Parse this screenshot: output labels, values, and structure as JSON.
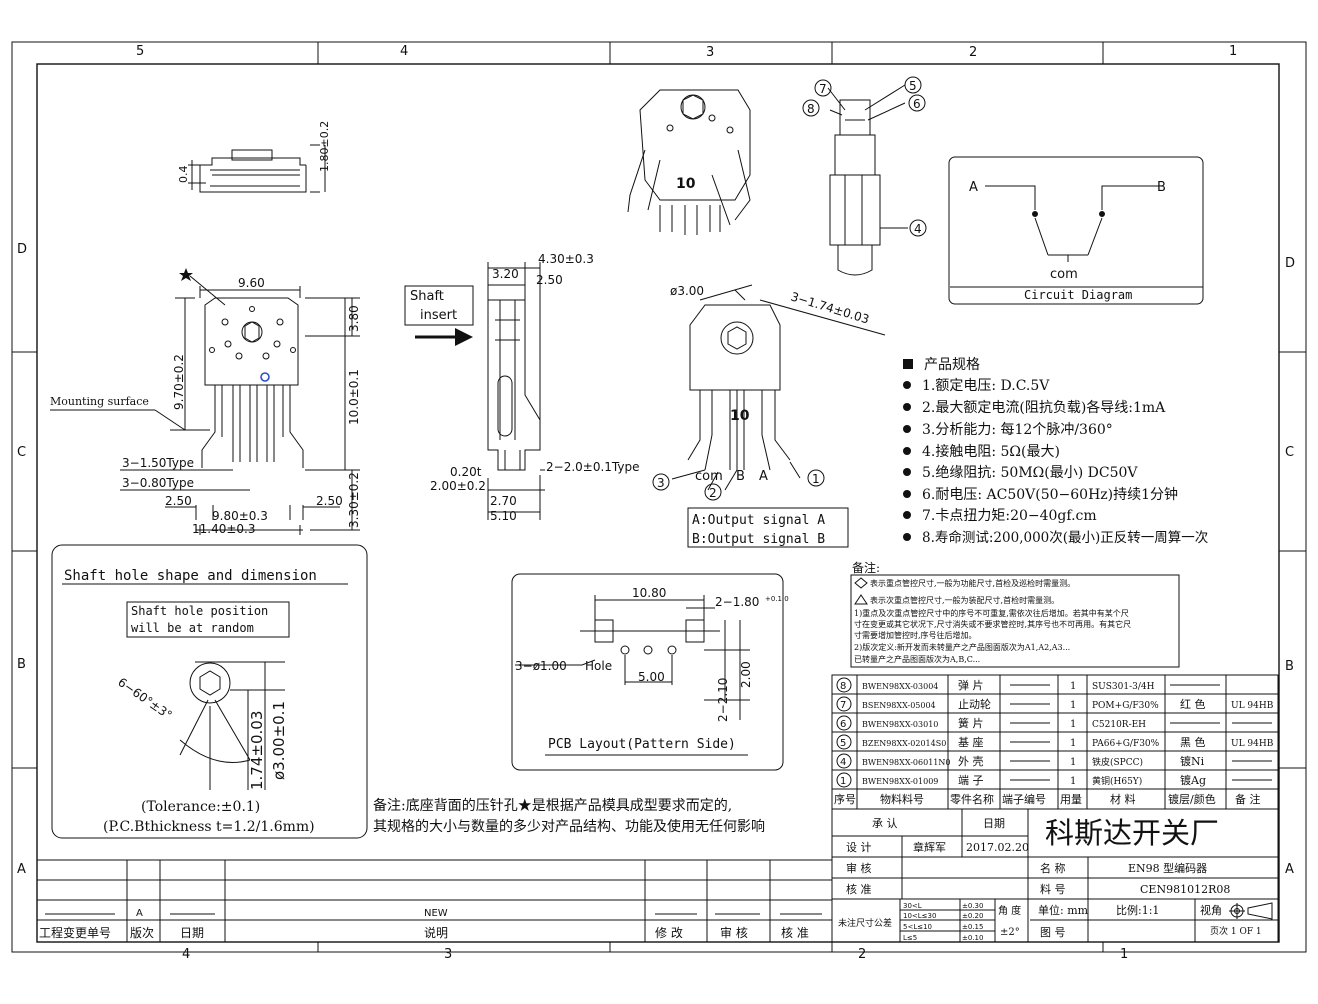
{
  "frame": {
    "top_cols": [
      "5",
      "4",
      "3",
      "2",
      "1"
    ],
    "bottom_cols": [
      "4",
      "3",
      "2",
      "1"
    ],
    "rows": [
      "D",
      "C",
      "B",
      "A"
    ]
  },
  "views": {
    "top_dims": {
      "h04": "0.4",
      "h180": "1.80±0.2"
    },
    "front_dims": {
      "w960": "9.60",
      "h380": "3.80",
      "h970": "9.70±0.2",
      "h1000": "10.0±0.1",
      "mounting": "Mounting surface",
      "t150": "3−1.50Type",
      "t080": "3−0.80Type",
      "d250l": "2.50",
      "d250r": "2.50",
      "d980": "9.80±0.3",
      "d1140": "11.40±0.3",
      "d330": "3.30±0.2"
    },
    "side_dims": {
      "shaft1": "Shaft",
      "shaft2": "insert",
      "d430": "4.30±0.3",
      "d320": "3.20",
      "d250": "2.50",
      "d020": "0.20t",
      "d200": "2.00±0.2",
      "t20": "2−2.0±0.1Type",
      "d270": "2.70",
      "d510": "5.10"
    },
    "iso_label": "10",
    "mid_view": {
      "d300": "ø3.00",
      "d174": "3−1.74±0.03",
      "label10": "10",
      "com": "com",
      "b": "B",
      "a": "A"
    },
    "output": {
      "a": "A:Output signal A",
      "b": "B:Output signal B"
    },
    "balloons": [
      "1",
      "2",
      "3",
      "4",
      "5",
      "6",
      "7",
      "8"
    ]
  },
  "circuit": {
    "title": "Circuit Diagram",
    "a": "A",
    "b": "B",
    "com": "com"
  },
  "specs": {
    "heading": "产品规格",
    "items": [
      "1.额定电压: D.C.5V",
      "2.最大额定电流(阻抗负载)各导线:1mA",
      "3.分析能力: 每12个脉冲/360°",
      "4.接触电阻: 5Ω(最大)",
      "5.绝缘阻抗: 50MΩ(最小) DC50V",
      "6.耐电压: AC50V(50−60Hz)持续1分钟",
      "7.卡点扭力矩:20−40gf.cm",
      "8.寿命测试:200,000次(最小)正反转一周算一次"
    ]
  },
  "notes": {
    "title": "备注:",
    "l1": "表示重点管控尺寸,一般为功能尺寸,首检及巡检时需量测。",
    "l2": "表示次重点管控尺寸,一般为装配尺寸,首检时需量测。",
    "l3": "1)重点及次重点管控尺寸中的序号不可重复,需依次往后增加。若其中有某个尺",
    "l4": "寸在变更或其它状况下,尺寸消失或不要求管控时,其序号也不可再用。有其它尺",
    "l5": "寸需要增加管控时,序号往后增加。",
    "l6": "2)版次定义:新开发而未转量产之产品图面版次为A1,A2,A3...",
    "l7": "已转量产之产品图面版次为A,B,C..."
  },
  "shaft_hole": {
    "title": "Shaft hole shape and dimension",
    "note1": "Shaft hole position",
    "note2": "will be at random",
    "angle": "6−60°±3°",
    "d174": "1.74±0.03",
    "d300": "ø3.00±0.1",
    "tol": "(Tolerance:±0.1)",
    "pcb": "(P.C.Bthickness  t=1.2/1.6mm)"
  },
  "pcb": {
    "title": "PCB Layout(Pattern Side)",
    "d1080": "10.80",
    "d180": "2−1.80",
    "d180tol": "+0.1\n0",
    "hole": "3−ø1.00",
    "hole_tail": "Hole",
    "d500": "5.00",
    "d200": "2.00",
    "d210": "2−2.10"
  },
  "bottom_note": {
    "l1": "备注:底座背面的压针孔★是根据产品模具成型要求而定的,",
    "l2": "其规格的大小与数量的多少对产品结构、功能及使用无任何影响"
  },
  "bom": {
    "rows": [
      {
        "no": "8",
        "part": "BWEN98XX-03004",
        "name": "弹 片",
        "qty": "1",
        "mat": "SUS301-3/4H",
        "plate": "",
        "note": ""
      },
      {
        "no": "7",
        "part": "BSEN98XX-05004",
        "name": "止动轮",
        "qty": "1",
        "mat": "POM+G/F30%",
        "plate": "红 色",
        "note": "UL 94HB"
      },
      {
        "no": "6",
        "part": "BWEN98XX-03010",
        "name": "簧 片",
        "qty": "1",
        "mat": "C5210R-EH",
        "plate": "",
        "note": ""
      },
      {
        "no": "5",
        "part": "BZEN98XX-02014S0",
        "name": "基 座",
        "qty": "1",
        "mat": "PA66+G/F30%",
        "plate": "黑 色",
        "note": "UL 94HB"
      },
      {
        "no": "4",
        "part": "BWEN98XX-06011N0",
        "name": "外 壳",
        "qty": "1",
        "mat": "铁皮(SPCC)",
        "plate": "镀Ni",
        "note": ""
      },
      {
        "no": "1",
        "part": "BWEN98XX-01009",
        "name": "端 子",
        "qty": "1",
        "mat": "黄铜(H65Y)",
        "plate": "镀Ag",
        "note": ""
      }
    ],
    "headers": [
      "序号",
      "物料料号",
      "零件名称",
      "端子编号",
      "用量",
      "材 料",
      "镀层/颜色",
      "备 注"
    ]
  },
  "title_block": {
    "approve": "承 认",
    "date_h": "日期",
    "design": "设 计",
    "designer": "章辉军",
    "design_date": "2017.02.20",
    "review": "审 核",
    "ratify": "核 准",
    "company": "科斯达开关厂",
    "name_h": "名 称",
    "name": "EN98  型编码器",
    "pn_h": "料 号",
    "pn": "CEN981012R08",
    "unit": "单位: mm",
    "scale": "比例:1:1",
    "view": "视角",
    "untol": "未注尺寸公差",
    "tol_rows": [
      [
        "30<L",
        "±0.30"
      ],
      [
        "10<L≤30",
        "±0.20"
      ],
      [
        "5<L≤10",
        "±0.15"
      ],
      [
        "L≤5",
        "±0.10"
      ]
    ],
    "angle_h": "角 度",
    "angle": "±2°",
    "fig_h": "图 号",
    "page": "页次 1 OF 1"
  },
  "revision": {
    "rev": "A",
    "desc": "NEW",
    "headers": [
      "工程变更单号",
      "版次",
      "日期",
      "说明",
      "修 改",
      "审 核",
      "核 准"
    ]
  }
}
